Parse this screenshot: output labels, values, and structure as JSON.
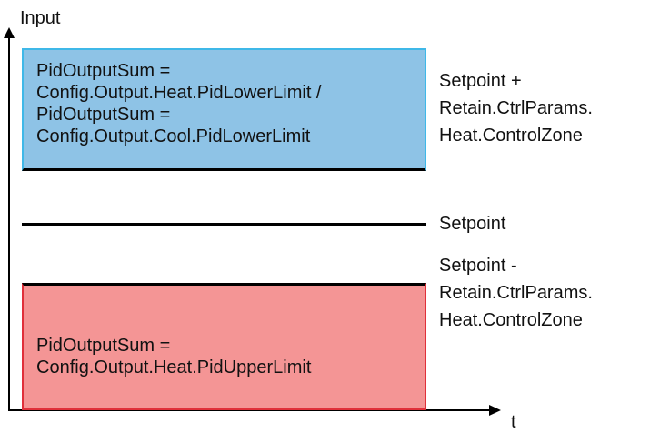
{
  "axes": {
    "y_label": "Input",
    "x_label": "t"
  },
  "zones": {
    "upper": {
      "lines": [
        "PidOutputSum =",
        "Config.Output.Heat.PidLowerLimit /",
        "PidOutputSum =",
        "Config.Output.Cool.PidLowerLimit"
      ],
      "fill": "#8ec3e6",
      "border": "#3fb8e8"
    },
    "lower": {
      "lines": [
        "PidOutputSum =",
        "Config.Output.Heat.PidUpperLimit"
      ],
      "fill": "#f49595",
      "border": "#e0303a"
    }
  },
  "levels": {
    "upper": [
      "Setpoint +",
      "Retain.CtrlParams.",
      "Heat.ControlZone"
    ],
    "middle": [
      "Setpoint"
    ],
    "lower": [
      "Setpoint -",
      "Retain.CtrlParams.",
      "Heat.ControlZone"
    ]
  },
  "colors": {
    "axis": "#000000",
    "level_line": "#000000"
  }
}
